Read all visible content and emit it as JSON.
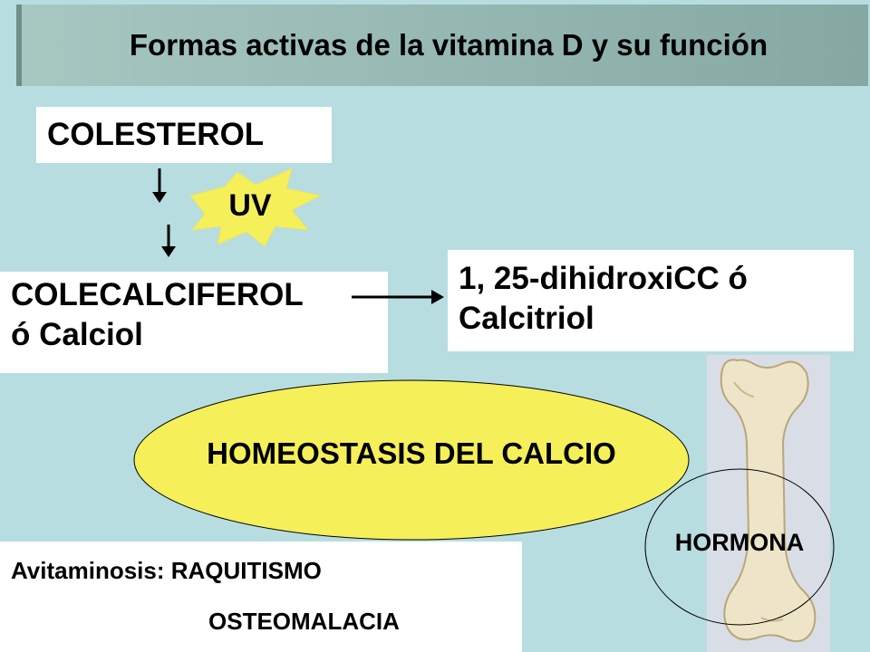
{
  "title": "Formas activas de la vitamina D y su función",
  "boxes": {
    "colesterol": "COLESTEROL",
    "colecalciferol_line1": "COLECALCIFEROL",
    "colecalciferol_line2": "ó Calciol",
    "calcitriol_line1": "1, 25-dihidroxiCC ó",
    "calcitriol_line2": "Calcitriol"
  },
  "burst": {
    "label": "UV",
    "color": "#f5f05a"
  },
  "ellipse": {
    "label": "HOMEOSTASIS DEL CALCIO",
    "color": "#f5f05a"
  },
  "bone": {
    "icon": "bone-icon",
    "label": "HORMONA"
  },
  "avitaminosis": {
    "line1": "Avitaminosis: RAQUITISMO",
    "line2": "OSTEOMALACIA"
  },
  "colors": {
    "background": "#b7dde0",
    "title_bar": "#93b5b0",
    "box": "#ffffff"
  }
}
